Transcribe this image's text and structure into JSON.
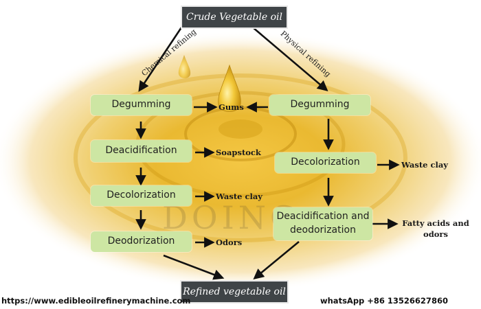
{
  "title": "Crude Vegetable oil",
  "result": "Refined vegetable oil",
  "chemical": {
    "label": "Chemical refining",
    "steps": [
      "Degumming",
      "Deacidification",
      "Decolorization",
      "Deodorization"
    ],
    "outputs": [
      "Soapstock",
      "Waste clay",
      "Odors"
    ]
  },
  "physical": {
    "label": "Physical refining",
    "steps": [
      "Degumming",
      "Decolorization",
      "Deacidification and deodorization"
    ],
    "outputs": [
      "Waste clay",
      "Fatty acids and odors"
    ]
  },
  "shared_output": "Gums",
  "watermark": "DOING",
  "footer": {
    "website": "https://www.edibleoilrefinerymachine.com",
    "whatsapp": "whatsApp +86 13526627860"
  },
  "colors": {
    "title_bg": "#3f4447",
    "step_bg": "#cde6a3",
    "oil_gold": "#e8b820"
  }
}
